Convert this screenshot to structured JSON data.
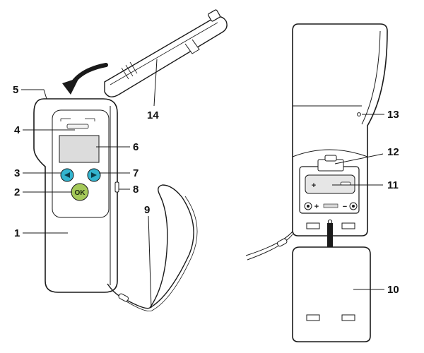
{
  "diagram": {
    "callouts": {
      "c1": "1",
      "c2": "2",
      "c3": "3",
      "c4": "4",
      "c5": "5",
      "c6": "6",
      "c7": "7",
      "c8": "8",
      "c9": "9",
      "c10": "10",
      "c11": "11",
      "c12": "12",
      "c13": "13",
      "c14": "14"
    },
    "ok_button_label": "OK",
    "battery_plus": "+",
    "battery_minus": "−",
    "terminal_plus": "+",
    "terminal_minus": "−",
    "colors": {
      "outline": "#1a1a1a",
      "device_body": "#ffffff",
      "display": "#dcdcdc",
      "arrow_button": "#33b4cf",
      "ok_button": "#a5c95a",
      "battery": "#e6e6e6"
    }
  }
}
